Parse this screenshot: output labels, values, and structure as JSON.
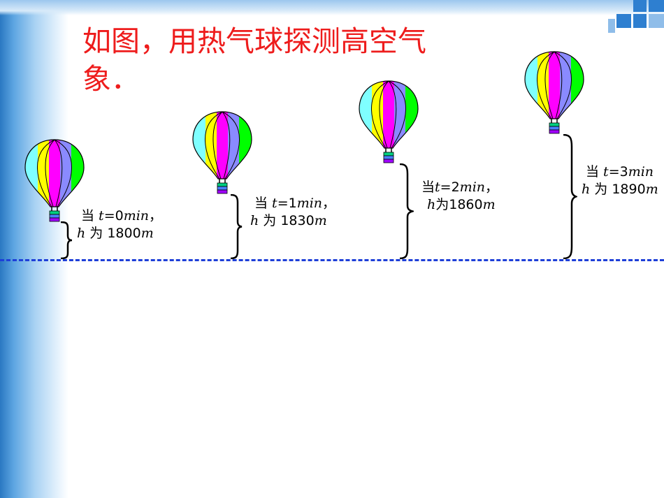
{
  "title": "如图，用热气球探测高空气象．",
  "balloon_labels": [
    {
      "when": "当 ",
      "t": "t",
      "eq": "=0",
      "unit": "min",
      "sep": "，",
      "h": "h",
      "is": " 为 1800",
      "m": "m"
    },
    {
      "when": "当 ",
      "t": "t",
      "eq": "=1",
      "unit": "min",
      "sep": "，",
      "h": "h",
      "is": " 为 1830",
      "m": "m"
    },
    {
      "when": "当",
      "t": "t",
      "eq": "=2",
      "unit": "min",
      "sep": "，",
      "h": "h",
      "is": "为1860",
      "m": "m"
    },
    {
      "when": "当 ",
      "t": "t",
      "eq": "=3",
      "unit": "min",
      "sep": "",
      "h": "h",
      "is": " 为 1890",
      "m": "m"
    }
  ],
  "colors": {
    "title": "#ee1c1c",
    "baseline": "#1e3fd8",
    "side_bar": "#2a78c2",
    "balloon_stripes": [
      "#7fffff",
      "#ffff00",
      "#ff00ff",
      "#8a8aff",
      "#00ff00"
    ]
  },
  "icons": [
    "hot-air-balloon-icon",
    "curly-brace-icon",
    "decorative-squares-icon"
  ]
}
